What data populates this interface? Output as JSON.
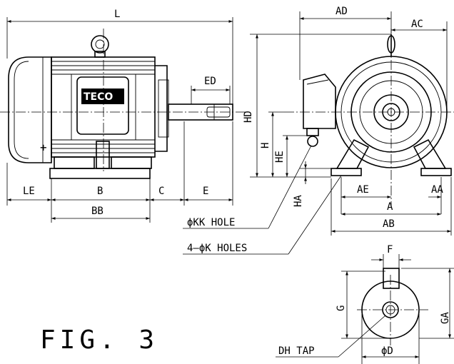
{
  "figure": {
    "caption": "FIG. 3",
    "brand": "TECO"
  },
  "colors": {
    "ink": "#000000",
    "paper": "#ffffff"
  },
  "labels": {
    "L": "L",
    "ED": "ED",
    "LE": "LE",
    "B": "B",
    "C": "C",
    "E": "E",
    "BB": "BB",
    "AD": "AD",
    "AC": "AC",
    "HD": "HD",
    "H": "H",
    "HE": "HE",
    "HA": "HA",
    "AE": "AE",
    "AA": "AA",
    "A": "A",
    "AB": "AB",
    "F": "F",
    "G": "G",
    "GA": "GA",
    "D": "ϕD"
  },
  "callouts": {
    "kk_hole": "ϕKK HOLE",
    "k_holes": "4—ϕK HOLES",
    "dh_tap": "DH TAP"
  }
}
